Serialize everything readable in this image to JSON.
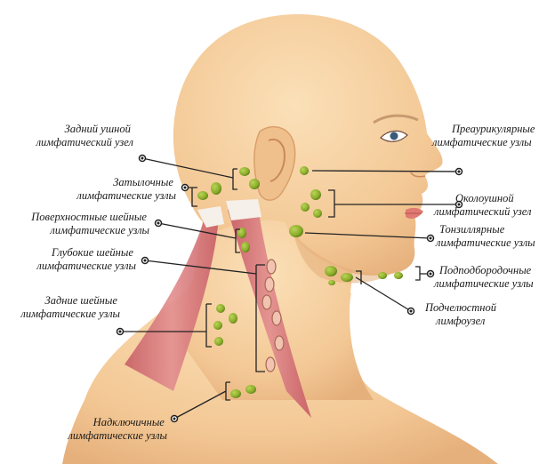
{
  "labels": {
    "posterior_auricular": [
      "Задний ушной",
      "лимфатический узел"
    ],
    "occipital": [
      "Затылочные",
      "лимфатические узлы"
    ],
    "superficial_cervical": [
      "Поверхностные шейные",
      "лимфатические узлы"
    ],
    "deep_cervical": [
      "Глубокие шейные",
      "лимфатические узлы"
    ],
    "posterior_cervical": [
      "Задние шейные",
      "лимфатические узлы"
    ],
    "supraclavicular": [
      "Надключичные",
      "лимфатические узлы"
    ],
    "preauricular": [
      "Преаурикулярные",
      "лимфатические узлы"
    ],
    "parotid": [
      "Околоушной",
      "лимфатический узел"
    ],
    "tonsillar": [
      "Тонзиллярные",
      "лимфатические узлы"
    ],
    "submental": [
      "Подподбородочные",
      "лимфатические узлы"
    ],
    "submandibular": [
      "Подчелюстной",
      "лимфоузел"
    ]
  },
  "colors": {
    "skin": "#f6d2a4",
    "skin_shadow": "#e8b886",
    "muscle": "#d9787c",
    "muscle_light": "#eba8a6",
    "node": "#8cae2b",
    "node_dark": "#56761a",
    "line": "#222222"
  }
}
